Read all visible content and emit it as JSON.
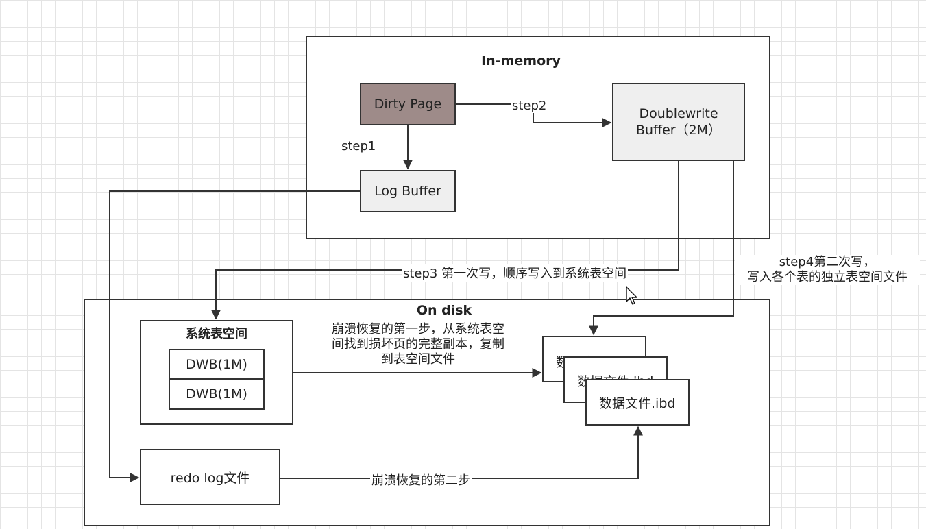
{
  "in_memory": {
    "title": "In-memory",
    "dirty_page": "Dirty Page",
    "log_buffer": "Log Buffer",
    "doublewrite_buffer": "Doublewrite Buffer（2M）"
  },
  "on_disk": {
    "title": "On disk",
    "system_tablespace": {
      "title": "系统表空间",
      "dwb_1": "DWB(1M)",
      "dwb_2": "DWB(1M)"
    },
    "data_files": [
      "数据文件.ibd",
      "数据文件.ibd",
      "数据文件.ibd"
    ],
    "redo_log_file": "redo log文件"
  },
  "steps": {
    "step1": "step1",
    "step2": "step2",
    "step3": "step3 第一次写，顺序写入到系统表空间",
    "step4": "step4第二次写，\n写入各个表的独立表空间文件",
    "recovery_step1": "崩溃恢复的第一步，从系统表空间找到损坏页的完整副本，复制到表空间文件",
    "recovery_step2": "崩溃恢复的第二步"
  },
  "colors": {
    "dirty_page_fill": "#9e8b89",
    "box_fill": "#efefef",
    "stroke": "#333333"
  }
}
